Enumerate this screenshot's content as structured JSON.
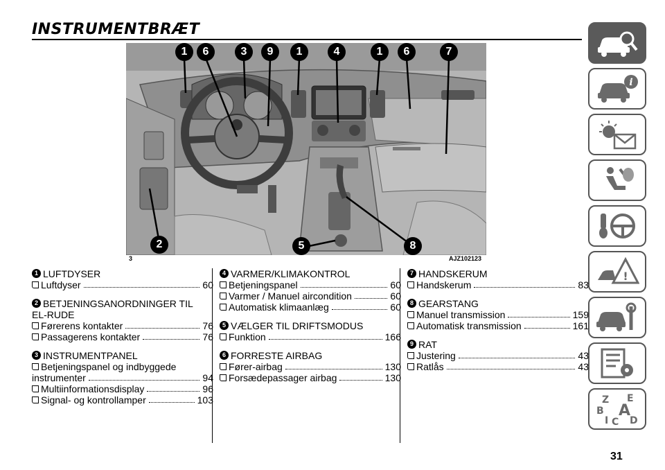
{
  "page": {
    "title": "INSTRUMENTBRÆT",
    "figure_code": "3",
    "figure_id": "AJZ102123",
    "page_number": "31"
  },
  "callouts": [
    "1",
    "6",
    "3",
    "9",
    "1",
    "4",
    "1",
    "6",
    "7",
    "2",
    "5",
    "8"
  ],
  "sections": [
    {
      "num": "1",
      "title": "LUFTDYSER",
      "entries": [
        {
          "label": "Luftdyser",
          "page": "60"
        }
      ]
    },
    {
      "num": "2",
      "title": "BETJENINGSANORDNINGER TIL",
      "title_cont": "EL-RUDE",
      "entries": [
        {
          "label": "Førerens kontakter",
          "page": "76"
        },
        {
          "label": "Passagerens kontakter",
          "page": "76"
        }
      ]
    },
    {
      "num": "3",
      "title": "INSTRUMENTPANEL",
      "entries": [
        {
          "label": "Betjeningspanel og indbyggede",
          "label_cont": "instrumenter",
          "page": "94"
        },
        {
          "label": "Multiinformationsdisplay",
          "page": "96"
        },
        {
          "label": "Signal- og kontrollamper",
          "page": "103"
        }
      ]
    },
    {
      "num": "4",
      "title": "VARMER/KLIMAKONTROL",
      "entries": [
        {
          "label": "Betjeningspanel",
          "page": "60"
        },
        {
          "label": "Varmer / Manuel aircondition",
          "page": "60"
        },
        {
          "label": "Automatisk klimaanlæg",
          "page": "60"
        }
      ]
    },
    {
      "num": "5",
      "title": "VÆLGER TIL DRIFTSMODUS",
      "entries": [
        {
          "label": "Funktion",
          "page": "166"
        }
      ]
    },
    {
      "num": "6",
      "title": "FORRESTE AIRBAG",
      "entries": [
        {
          "label": "Fører-airbag",
          "page": "130"
        },
        {
          "label": "Forsædepassager airbag",
          "page": "130"
        }
      ]
    },
    {
      "num": "7",
      "title": "HANDSKERUM",
      "entries": [
        {
          "label": "Handskerum",
          "page": "83"
        }
      ]
    },
    {
      "num": "8",
      "title": "GEARSTANG",
      "entries": [
        {
          "label": "Manuel transmission",
          "page": "159"
        },
        {
          "label": "Automatisk transmission",
          "page": "161"
        }
      ]
    },
    {
      "num": "9",
      "title": "RAT",
      "entries": [
        {
          "label": "Justering",
          "page": "43"
        },
        {
          "label": "Ratlås",
          "page": "43"
        }
      ]
    }
  ],
  "sidebar_tabs": [
    {
      "icon": "car-search-icon",
      "active": true
    },
    {
      "icon": "car-info-icon",
      "active": false
    },
    {
      "icon": "warning-light-mail-icon",
      "active": false
    },
    {
      "icon": "airbag-seat-icon",
      "active": false
    },
    {
      "icon": "key-steering-wheel-icon",
      "active": false
    },
    {
      "icon": "breakdown-warning-icon",
      "active": false
    },
    {
      "icon": "car-wrench-icon",
      "active": false
    },
    {
      "icon": "checklist-gear-icon",
      "active": false
    },
    {
      "icon": "alphabetical-index-icon",
      "active": false,
      "letters": [
        "Z",
        "E",
        "B",
        "A",
        "I",
        "C",
        "D"
      ]
    }
  ],
  "colors": {
    "tab_active_bg": "#5a5a5a",
    "tab_border": "#555555",
    "figure_bg": "#a9a9a9"
  }
}
